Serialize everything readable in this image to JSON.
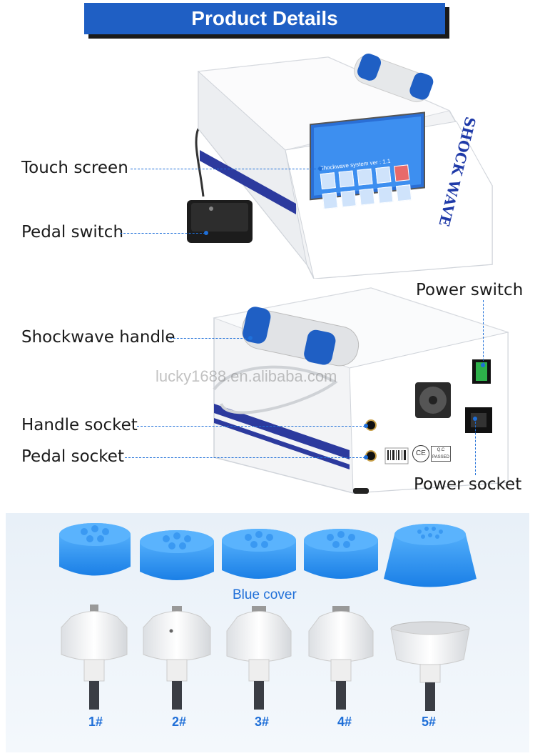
{
  "header": {
    "title": "Product Details"
  },
  "device_front": {
    "brand_text": "SHOCK WAVE",
    "screen_title": "Shockwave system ver : 1.1",
    "labels": {
      "touch_screen": "Touch screen",
      "pedal_switch": "Pedal switch"
    }
  },
  "device_back": {
    "labels": {
      "shockwave_handle": "Shockwave handle",
      "handle_socket": "Handle socket",
      "pedal_socket": "Pedal socket",
      "power_switch": "Power switch",
      "power_socket": "Power socket"
    },
    "ce_mark": "CE",
    "qc_stamp": "Q.C PASSED"
  },
  "watermark": "lucky1688.en.alibaba.com",
  "accessories": {
    "cover_label": "Blue cover",
    "items": [
      {
        "number": "1#"
      },
      {
        "number": "2#"
      },
      {
        "number": "3#"
      },
      {
        "number": "4#"
      },
      {
        "number": "5#"
      }
    ]
  },
  "colors": {
    "accent": "#1f5fc4",
    "line_blue": "#1f6fd8",
    "cover_blue": "#1e8ef0"
  }
}
